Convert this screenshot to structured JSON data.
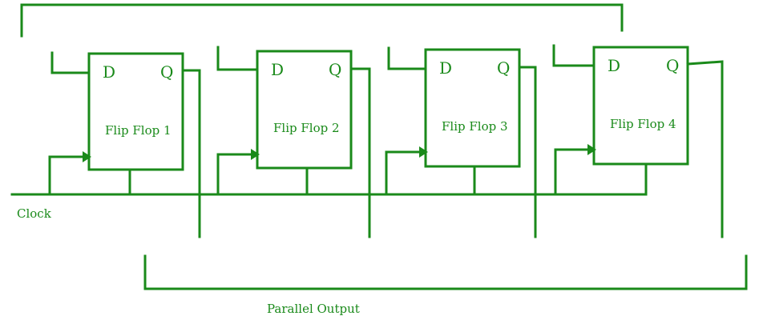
{
  "diagram": {
    "flip_flops": [
      {
        "d_label": "D",
        "q_label": "Q",
        "name": "Flip Flop  1"
      },
      {
        "d_label": "D",
        "q_label": "Q",
        "name": "Flip  Flop 2"
      },
      {
        "d_label": "D",
        "q_label": "Q",
        "name": "Flip  Flop  3"
      },
      {
        "d_label": "D",
        "q_label": "Q",
        "name": "Flip  Flop  4"
      }
    ],
    "clock_label": "Clock",
    "output_label": "Parallel  Output",
    "colors": {
      "stroke": "#1a8a1a",
      "background": "#ffffff"
    }
  }
}
